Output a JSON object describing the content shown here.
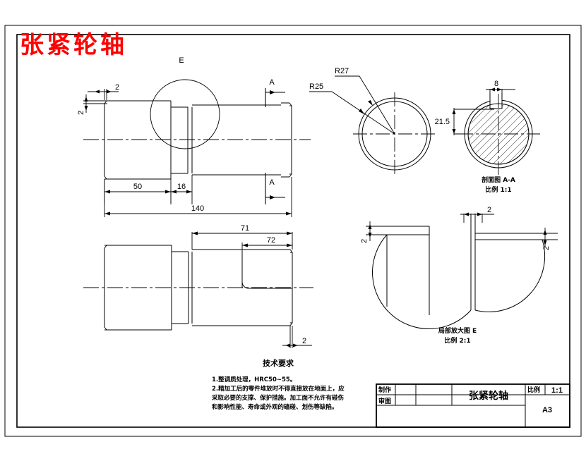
{
  "drawing": {
    "red_title": "张紧轮轴",
    "part_name": "张紧轮轴",
    "sheet_size": "A3",
    "scale_label": "比例",
    "scale_value": "1:1"
  },
  "main_view": {
    "dim_len_total": "140",
    "dim_seg1": "50",
    "dim_seg2": "16",
    "dim_chamfer_h": "2",
    "dim_chamfer_v": "2",
    "detail_mark": "E",
    "section_mark_top": "A",
    "section_mark_bottom": "A"
  },
  "front_circles": {
    "r_outer": "R27",
    "r_inner": "R25"
  },
  "section_view": {
    "title": "剖面图 A-A",
    "scale": "比例 1:1",
    "dim_key_width": "8",
    "dim_key_depth": "21.5"
  },
  "bottom_view": {
    "dim_a": "71",
    "dim_b": "72",
    "dim_c": "2"
  },
  "detail_view": {
    "title": "局部放大图 E",
    "scale": "比例 2:1",
    "dim_top": "2",
    "dim_left": "2",
    "dim_right": "2"
  },
  "tech_requirements": {
    "heading": "技术要求",
    "lines": [
      "1.整调质处理，HRC50~55。",
      "2.精加工后的零件堆放时不得直接放在地面上，应",
      "采取必要的支撑、保护措施。加工面不允许有碰伤",
      "和影响性能、寿命或外观的磕碰、划伤等缺陷。"
    ]
  },
  "title_block": {
    "made_by_label": "制作",
    "checked_by_label": "审图",
    "made_by_value": "",
    "checked_by_value": "",
    "part_name": "张紧轮轴",
    "scale_label": "比例",
    "scale_value": "1:1",
    "sheet": "A3"
  },
  "colors": {
    "line": "#000000",
    "accent_red": "#ff0000",
    "paper": "#ffffff"
  }
}
